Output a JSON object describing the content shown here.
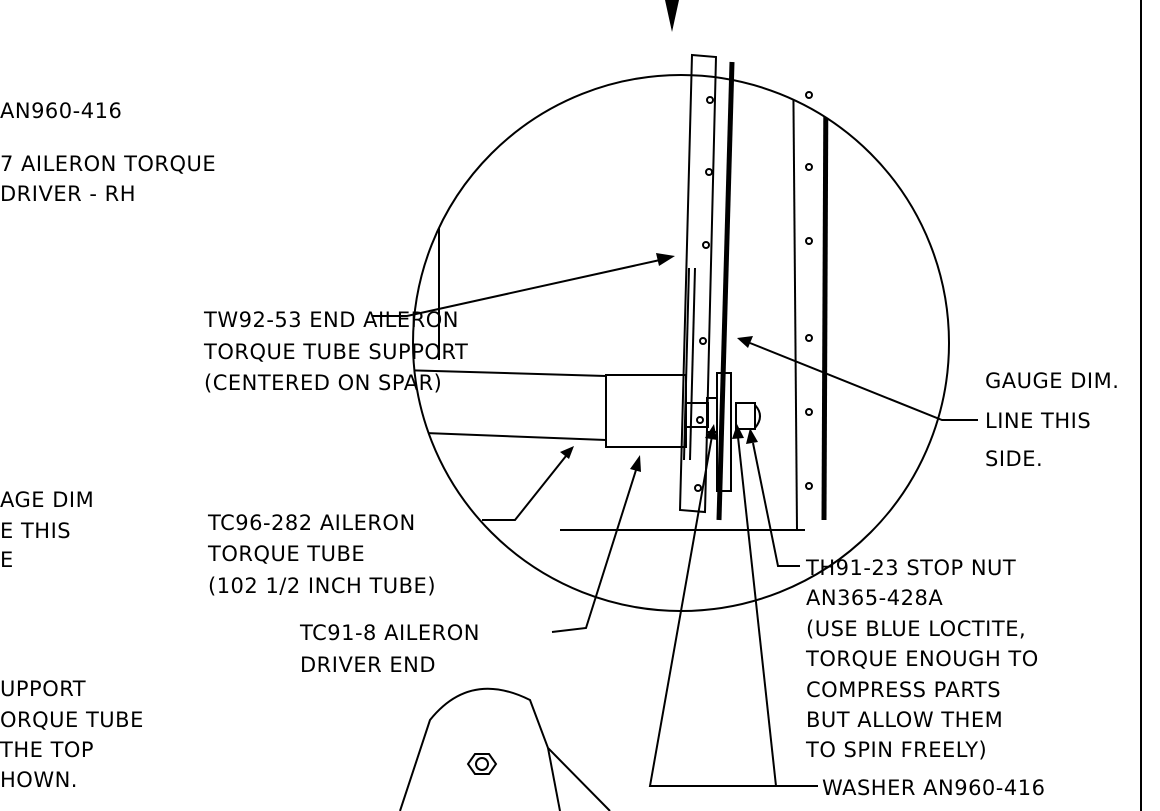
{
  "labels": {
    "washer_top": "AN960-416",
    "driver_rh_line1": "7 AILERON TORQUE",
    "driver_rh_line2": "DRIVER - RH",
    "tw_line1": "TW92-53 END AILERON",
    "tw_line2": "TORQUE TUBE SUPPORT",
    "tw_line3": "(CENTERED ON SPAR)",
    "gauge_right_line1": "GAUGE DIM.",
    "gauge_right_line2": "LINE THIS",
    "gauge_right_line3": "SIDE.",
    "gauge_left_line1": "AGE DIM",
    "gauge_left_line2": "E THIS",
    "gauge_left_line3": "E",
    "tc96_line1": "TC96-282 AILERON",
    "tc96_line2": "TORQUE TUBE",
    "tc96_line3": "(102 1/2 INCH TUBE)",
    "tc91_line1": "TC91-8 AILERON",
    "tc91_line2": "DRIVER END",
    "th91_line1": "TH91-23 STOP NUT",
    "th91_line2": "AN365-428A",
    "th91_line3": "(USE BLUE LOCTITE,",
    "th91_line4": "TORQUE ENOUGH TO",
    "th91_line5": "COMPRESS PARTS",
    "th91_line6": "BUT ALLOW THEM",
    "th91_line7": "TO SPIN FREELY)",
    "washer_bottom": "WASHER AN960-416",
    "support_line1": "UPPORT",
    "support_line2": "ORQUE TUBE",
    "support_line3": "THE TOP",
    "support_line4": "HOWN."
  }
}
